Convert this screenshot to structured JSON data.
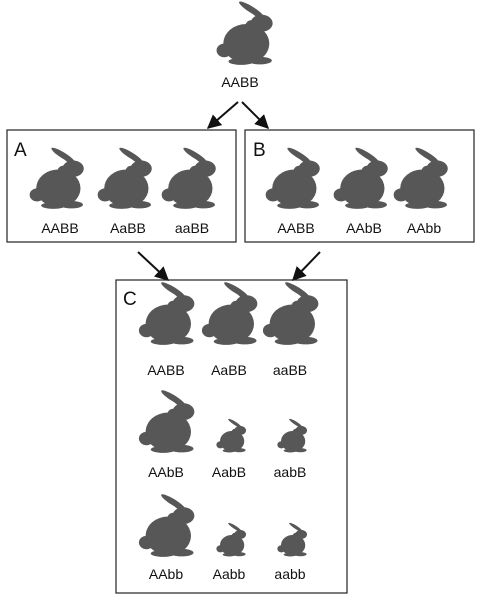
{
  "colors": {
    "rabbit": "#575757",
    "frame": "#222222",
    "arrow": "#111111"
  },
  "icon": "rabbit-icon",
  "parent": {
    "genotype": "AABB"
  },
  "panels": [
    {
      "label": "A",
      "rabbits": [
        {
          "genotype": "AABB",
          "size": "large"
        },
        {
          "genotype": "AaBB",
          "size": "large"
        },
        {
          "genotype": "aaBB",
          "size": "large"
        }
      ]
    },
    {
      "label": "B",
      "rabbits": [
        {
          "genotype": "AABB",
          "size": "large"
        },
        {
          "genotype": "AAbB",
          "size": "large"
        },
        {
          "genotype": "AAbb",
          "size": "large"
        }
      ]
    },
    {
      "label": "C",
      "rabbits": [
        {
          "genotype": "AABB",
          "size": "large"
        },
        {
          "genotype": "AaBB",
          "size": "large"
        },
        {
          "genotype": "aaBB",
          "size": "large"
        },
        {
          "genotype": "AAbB",
          "size": "large"
        },
        {
          "genotype": "AabB",
          "size": "small"
        },
        {
          "genotype": "aabB",
          "size": "small"
        },
        {
          "genotype": "AAbb",
          "size": "large"
        },
        {
          "genotype": "Aabb",
          "size": "small"
        },
        {
          "genotype": "aabb",
          "size": "small"
        }
      ]
    }
  ]
}
